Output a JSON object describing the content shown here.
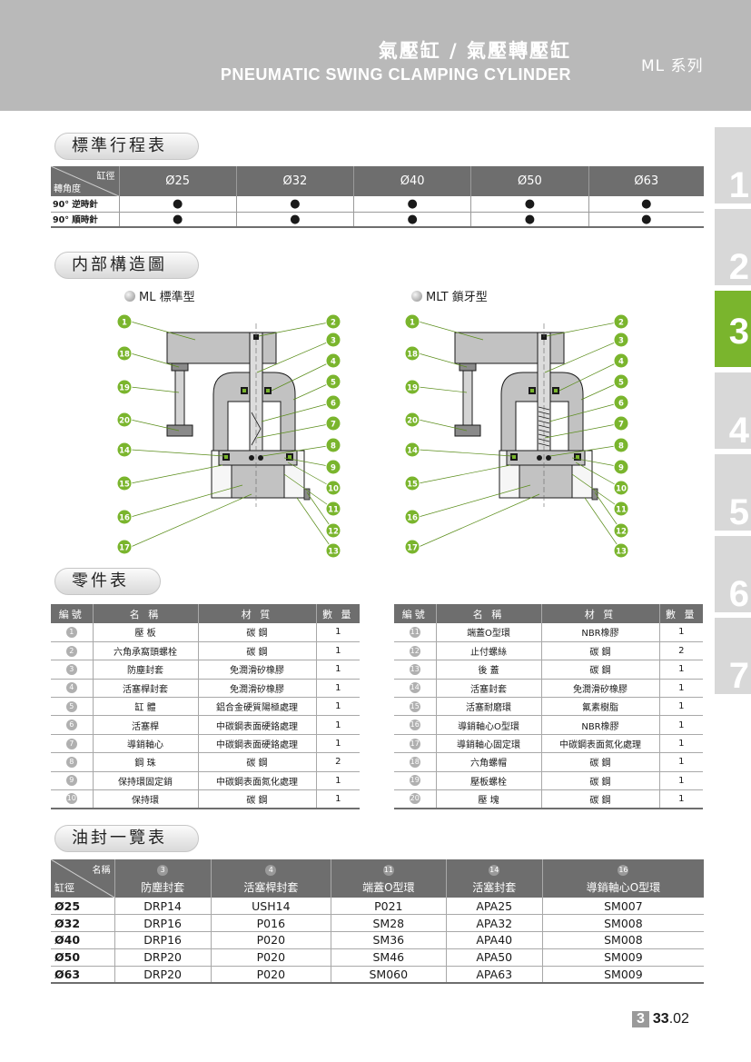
{
  "header": {
    "title_zh": "氣壓缸 / 氣壓轉壓缸",
    "title_en": "PNEUMATIC SWING CLAMPING CYLINDER",
    "series": "ML 系列"
  },
  "side_tabs": [
    "1",
    "2",
    "3",
    "4",
    "5",
    "6",
    "7"
  ],
  "active_tab": "3",
  "stroke_section": {
    "title": "標準行程表",
    "corner_top": "缸徑",
    "corner_bottom": "轉角度",
    "columns": [
      "Ø25",
      "Ø32",
      "Ø40",
      "Ø50",
      "Ø63"
    ],
    "rows": [
      {
        "label": "90° 逆時針",
        "cells": [
          "●",
          "●",
          "●",
          "●",
          "●"
        ]
      },
      {
        "label": "90° 順時針",
        "cells": [
          "●",
          "●",
          "●",
          "●",
          "●"
        ]
      }
    ]
  },
  "structure_section": {
    "title": "内部構造圖",
    "left_label": "ML 標準型",
    "right_label": "MLT 鎖牙型",
    "callouts_left": [
      "1",
      "18",
      "19",
      "20",
      "14",
      "15",
      "16",
      "17"
    ],
    "callouts_right": [
      "2",
      "3",
      "4",
      "5",
      "6",
      "7",
      "8",
      "9",
      "10",
      "11",
      "12",
      "13"
    ]
  },
  "parts_section": {
    "title": "零件表",
    "headers": [
      "編號",
      "名 稱",
      "材 質",
      "數 量"
    ],
    "left": [
      {
        "no": "1",
        "name": "壓 板",
        "material": "碳 鋼",
        "qty": "1"
      },
      {
        "no": "2",
        "name": "六角承窩頭螺栓",
        "material": "碳 鋼",
        "qty": "1"
      },
      {
        "no": "3",
        "name": "防塵封套",
        "material": "免潤滑矽橡膠",
        "qty": "1"
      },
      {
        "no": "4",
        "name": "活塞桿封套",
        "material": "免潤滑矽橡膠",
        "qty": "1"
      },
      {
        "no": "5",
        "name": "缸 體",
        "material": "鋁合金硬質陽極處理",
        "qty": "1"
      },
      {
        "no": "6",
        "name": "活塞桿",
        "material": "中碳鋼表面硬鉻處理",
        "qty": "1"
      },
      {
        "no": "7",
        "name": "導銷軸心",
        "material": "中碳鋼表面硬鉻處理",
        "qty": "1"
      },
      {
        "no": "8",
        "name": "鋼 珠",
        "material": "碳 鋼",
        "qty": "2"
      },
      {
        "no": "9",
        "name": "保持環固定銷",
        "material": "中碳鋼表面氮化處理",
        "qty": "1"
      },
      {
        "no": "10",
        "name": "保持環",
        "material": "碳 鋼",
        "qty": "1"
      }
    ],
    "right": [
      {
        "no": "11",
        "name": "端蓋O型環",
        "material": "NBR橡膠",
        "qty": "1"
      },
      {
        "no": "12",
        "name": "止付螺絲",
        "material": "碳 鋼",
        "qty": "2"
      },
      {
        "no": "13",
        "name": "後 蓋",
        "material": "碳 鋼",
        "qty": "1"
      },
      {
        "no": "14",
        "name": "活塞封套",
        "material": "免潤滑矽橡膠",
        "qty": "1"
      },
      {
        "no": "15",
        "name": "活塞耐磨環",
        "material": "氟素樹脂",
        "qty": "1"
      },
      {
        "no": "16",
        "name": "導銷軸心O型環",
        "material": "NBR橡膠",
        "qty": "1"
      },
      {
        "no": "17",
        "name": "導銷軸心固定環",
        "material": "中碳鋼表面氮化處理",
        "qty": "1"
      },
      {
        "no": "18",
        "name": "六角螺帽",
        "material": "碳 鋼",
        "qty": "1"
      },
      {
        "no": "19",
        "name": "壓板螺栓",
        "material": "碳 鋼",
        "qty": "1"
      },
      {
        "no": "20",
        "name": "壓 塊",
        "material": "碳 鋼",
        "qty": "1"
      }
    ]
  },
  "seal_section": {
    "title": "油封一覽表",
    "corner_top": "名稱",
    "corner_bottom": "缸徑",
    "columns": [
      {
        "no": "3",
        "name": "防塵封套"
      },
      {
        "no": "4",
        "name": "活塞桿封套"
      },
      {
        "no": "11",
        "name": "端蓋O型環"
      },
      {
        "no": "14",
        "name": "活塞封套"
      },
      {
        "no": "16",
        "name": "導銷軸心O型環"
      }
    ],
    "rows": [
      {
        "bore": "Ø25",
        "cells": [
          "DRP14",
          "USH14",
          "P021",
          "APA25",
          "SM007"
        ]
      },
      {
        "bore": "Ø32",
        "cells": [
          "DRP16",
          "P016",
          "SM28",
          "APA32",
          "SM008"
        ]
      },
      {
        "bore": "Ø40",
        "cells": [
          "DRP16",
          "P020",
          "SM36",
          "APA40",
          "SM008"
        ]
      },
      {
        "bore": "Ø50",
        "cells": [
          "DRP20",
          "P020",
          "SM46",
          "APA50",
          "SM009"
        ]
      },
      {
        "bore": "Ø63",
        "cells": [
          "DRP20",
          "P020",
          "SM060",
          "APA63",
          "SM009"
        ]
      }
    ]
  },
  "page": {
    "chapter": "3",
    "number": "33",
    "decimal": ".02"
  }
}
